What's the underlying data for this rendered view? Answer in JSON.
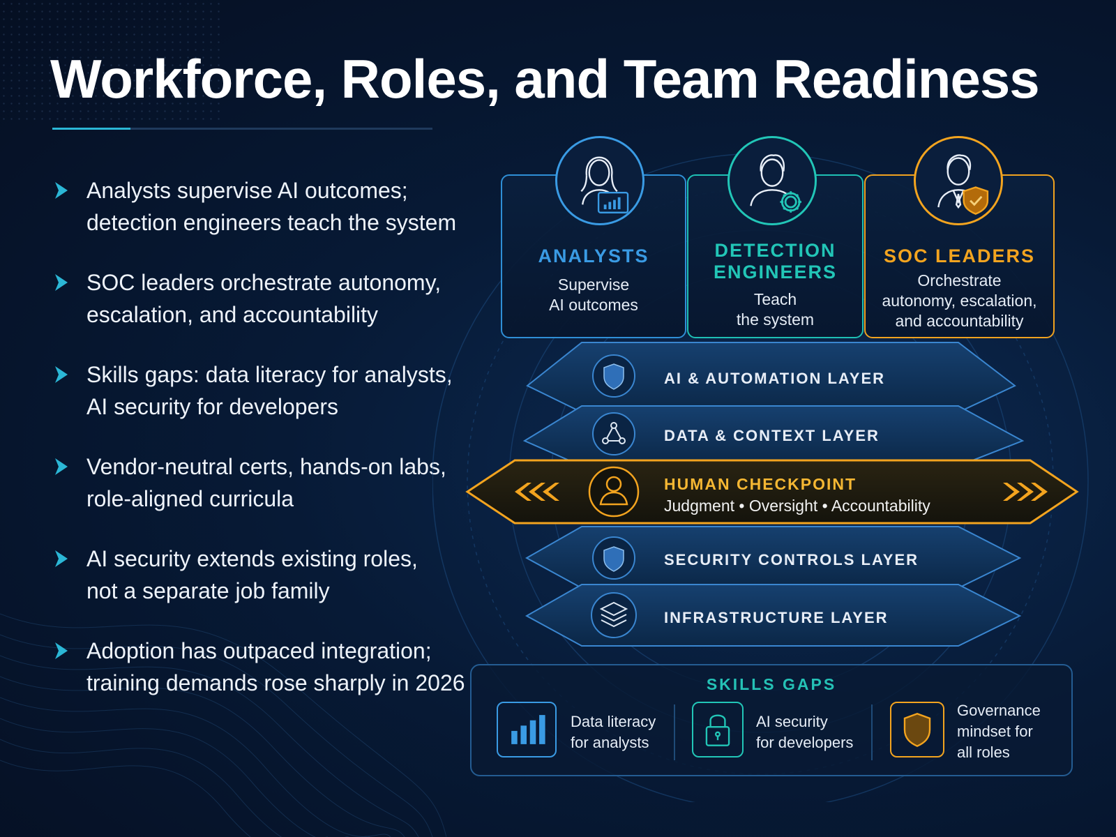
{
  "page": {
    "title": "Workforce, Roles, and Team Readiness"
  },
  "bullets": [
    {
      "line1": "Analysts supervise AI outcomes;",
      "line2": "detection engineers teach the system"
    },
    {
      "line1": "SOC leaders orchestrate autonomy,",
      "line2": "escalation, and accountability"
    },
    {
      "line1": "Skills gaps: data literacy for analysts,",
      "line2": "AI security for developers"
    },
    {
      "line1": "Vendor-neutral certs, hands-on labs,",
      "line2": "role-aligned curricula"
    },
    {
      "line1": "AI security extends existing roles,",
      "line2": "not a separate job family"
    },
    {
      "line1": "Adoption has outpaced integration;",
      "line2": "training demands rose sharply in 2026"
    }
  ],
  "roles": {
    "analysts": {
      "name": "ANALYSTS",
      "desc1": "Supervise",
      "desc2": "AI outcomes",
      "color": "#3a9be4"
    },
    "detection": {
      "name1": "DETECTION",
      "name2": "ENGINEERS",
      "desc1": "Teach",
      "desc2": "the system",
      "color": "#22c6b7"
    },
    "leaders": {
      "name": "SOC LEADERS",
      "desc1": "Orchestrate",
      "desc2": "autonomy, escalation,",
      "desc3": "and accountability",
      "color": "#f3a41f"
    }
  },
  "layers": {
    "ai": "AI & AUTOMATION LAYER",
    "data": "DATA & CONTEXT LAYER",
    "human_title": "HUMAN CHECKPOINT",
    "human_sub": "Judgment • Oversight • Accountability",
    "security": "SECURITY CONTROLS LAYER",
    "infra": "INFRASTRUCTURE LAYER"
  },
  "skills_gaps": {
    "title": "SKILLS GAPS",
    "items": [
      {
        "line1": "Data literacy",
        "line2": "for analysts",
        "icon": "bar-chart-icon"
      },
      {
        "line1": "AI security",
        "line2": "for developers",
        "icon": "lock-icon"
      },
      {
        "line1": "Governance",
        "line2": "mindset for",
        "line3": "all roles",
        "icon": "shield-icon"
      }
    ]
  },
  "colors": {
    "accent_cyan": "#2bb7d6",
    "teal": "#22c6b7",
    "gold": "#f3a41f",
    "blue": "#3a9be4"
  }
}
